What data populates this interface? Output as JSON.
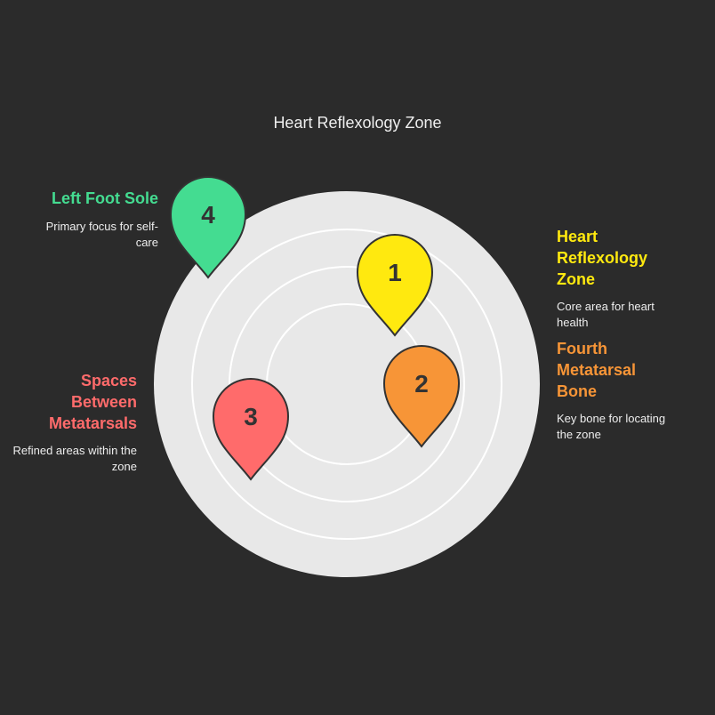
{
  "title": "Heart Reflexology Zone",
  "colors": {
    "yellow": "#ffe90f",
    "orange": "#f79537",
    "red": "#ff6b6b",
    "green": "#44dc91"
  },
  "items": [
    {
      "number": "1",
      "label": "Heart Reflexology Zone",
      "description": "Core area for heart health"
    },
    {
      "number": "2",
      "label": "Fourth Metatarsal Bone",
      "description": "Key bone for locating the zone"
    },
    {
      "number": "3",
      "label": "Spaces Between Metatarsals",
      "description": "Refined areas within the zone"
    },
    {
      "number": "4",
      "label": "Left Foot Sole",
      "description": "Primary focus for self-care"
    }
  ]
}
